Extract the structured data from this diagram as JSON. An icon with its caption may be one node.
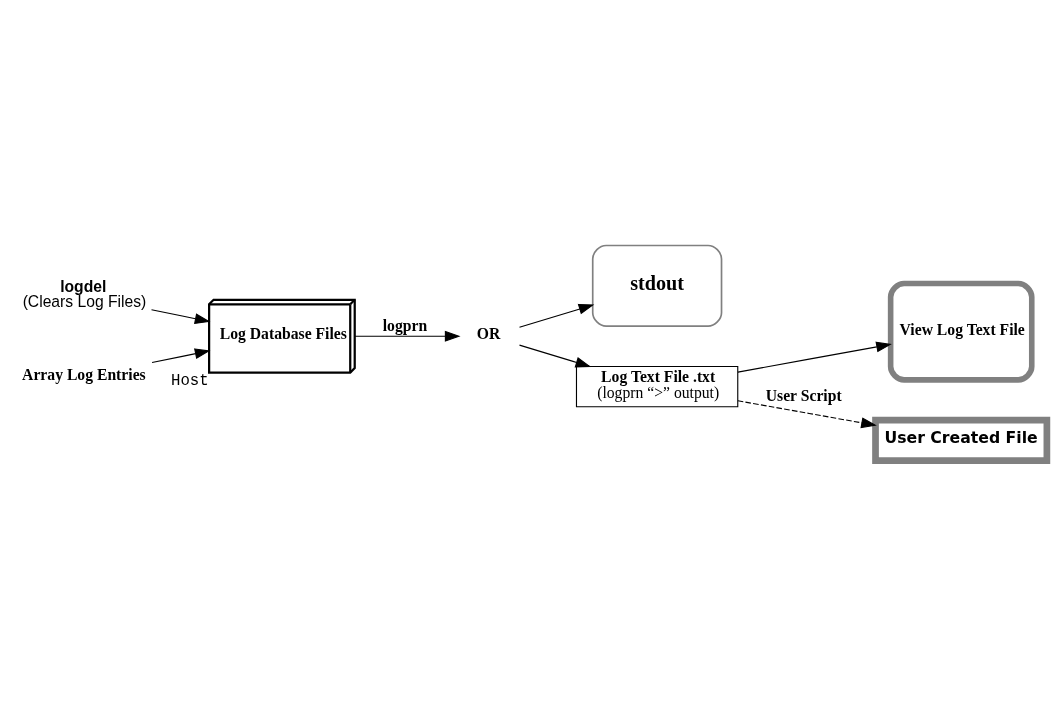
{
  "diagram": {
    "nodes": [
      {
        "text": [
          "logdel",
          "(Clears Log Files)"
        ]
      },
      {
        "text": [
          "Array Log Entries"
        ]
      },
      {
        "text": [
          "Log Database Files"
        ],
        "beside": [
          "Host"
        ]
      },
      {
        "text": [
          "stdout"
        ]
      },
      {
        "text": [
          "OR"
        ]
      },
      {
        "text": [
          "View Log Text File"
        ]
      },
      {
        "text": [
          "Log Text File .txt",
          "(logprn “>” output)"
        ]
      },
      {
        "text": [
          "User Created File"
        ]
      }
    ],
    "edges": [
      {
        "from": 0,
        "to": 2,
        "arrow": "to"
      },
      {
        "from": 1,
        "to": 2,
        "arrow": "to"
      },
      {
        "from": 2,
        "to": 4,
        "arrow": "to",
        "label": "logprn"
      },
      {
        "from": 4,
        "to": 3,
        "arrow": "to"
      },
      {
        "from": 4,
        "to": 6,
        "arrow": "to"
      },
      {
        "from": 6,
        "to": 5,
        "arrow": "to"
      },
      {
        "from": 6,
        "to": 7,
        "arrow": "to",
        "style": "dashed",
        "label": "User Script"
      }
    ]
  }
}
